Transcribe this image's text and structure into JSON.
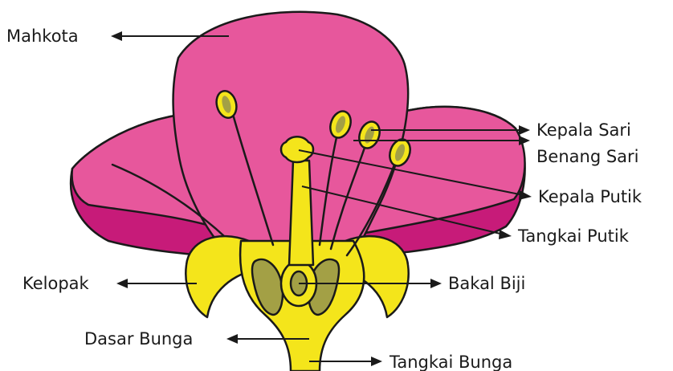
{
  "colors": {
    "petal": "#E7579C",
    "petal_dark": "#C71B79",
    "yellow": "#F4E51B",
    "olive": "#A3A045",
    "outline": "#1a1a1a"
  },
  "labels": {
    "mahkota": "Mahkota",
    "kepala_sari": "Kepala Sari",
    "benang_sari": "Benang Sari",
    "kepala_putik": "Kepala Putik",
    "tangkai_putik": "Tangkai Putik",
    "kelopak": "Kelopak",
    "bakal_biji": "Bakal Biji",
    "dasar_bunga": "Dasar Bunga",
    "tangkai_bunga": "Tangkai Bunga"
  }
}
